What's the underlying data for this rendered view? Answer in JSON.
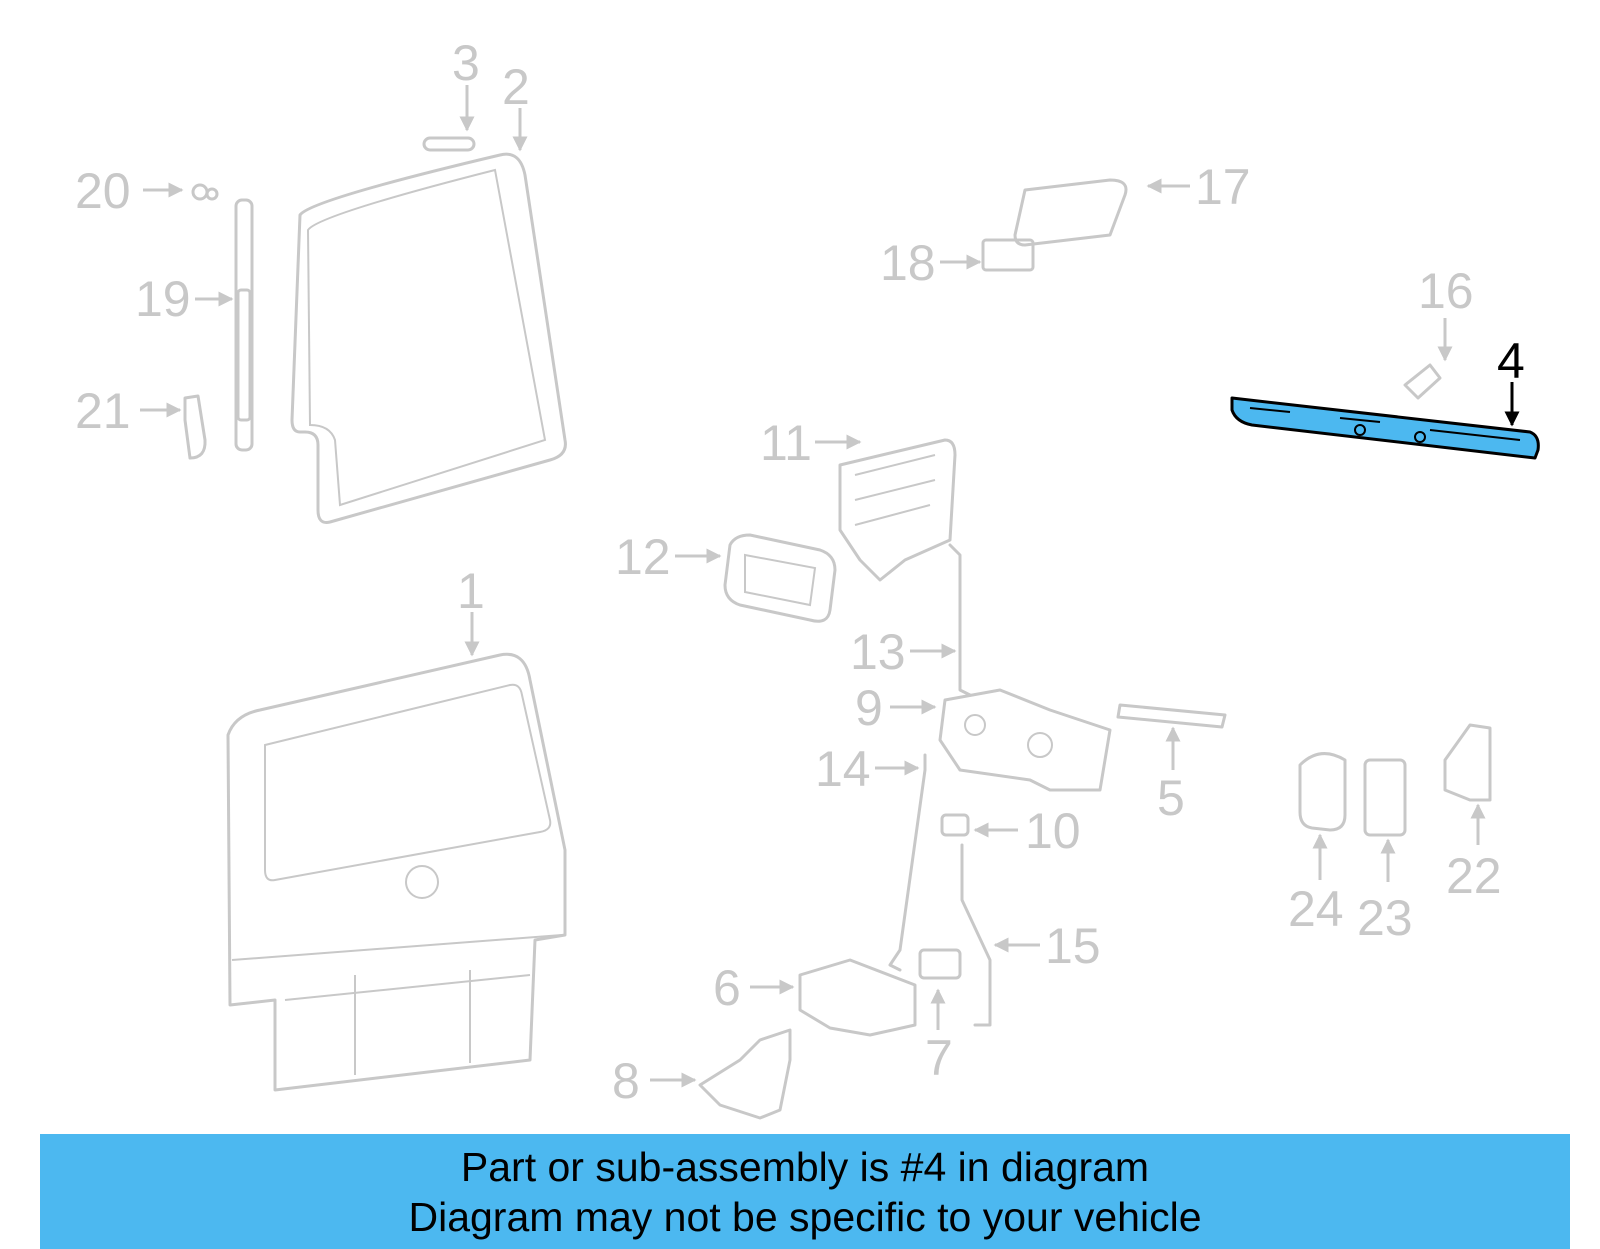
{
  "diagram": {
    "highlight_color": "#4cb8f0",
    "part_color": "#c8c8c8",
    "highlighted_part": "4",
    "callouts": [
      "1",
      "2",
      "3",
      "4",
      "5",
      "6",
      "7",
      "8",
      "9",
      "10",
      "11",
      "12",
      "13",
      "14",
      "15",
      "16",
      "17",
      "18",
      "19",
      "20",
      "21",
      "22",
      "23",
      "24"
    ]
  },
  "banner": {
    "line1": "Part or sub-assembly is #4 in diagram",
    "line2": "Diagram may not be specific to your vehicle"
  }
}
